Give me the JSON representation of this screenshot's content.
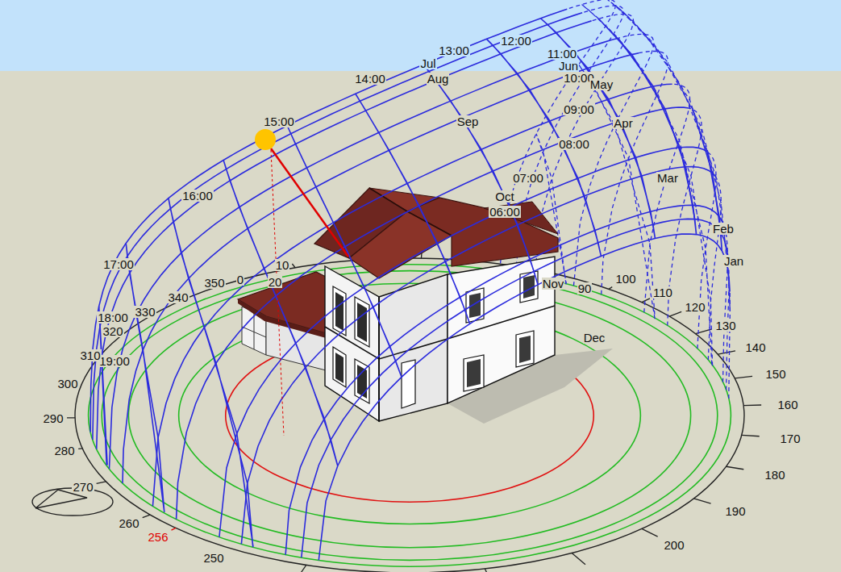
{
  "diagram": {
    "labels": [
      "13:00",
      "12:00",
      "11:00",
      "Jul",
      "Jun",
      "10:00",
      "May",
      "14:00",
      "Aug",
      "09:00",
      "Apr",
      "15:00",
      "Sep",
      "08:00",
      "Mar",
      "16:00",
      "07:00",
      "Oct",
      "06:00",
      "Feb",
      "Jan",
      "17:00",
      "Nov",
      "18:00",
      "19:00",
      "Dec",
      "0",
      "10",
      "20",
      "350",
      "340",
      "330",
      "320",
      "310",
      "300",
      "290",
      "280",
      "270",
      "260",
      "256",
      "250",
      "90",
      "100",
      "110",
      "120",
      "130",
      "140",
      "150",
      "160",
      "170",
      "180",
      "190",
      "200"
    ]
  }
}
